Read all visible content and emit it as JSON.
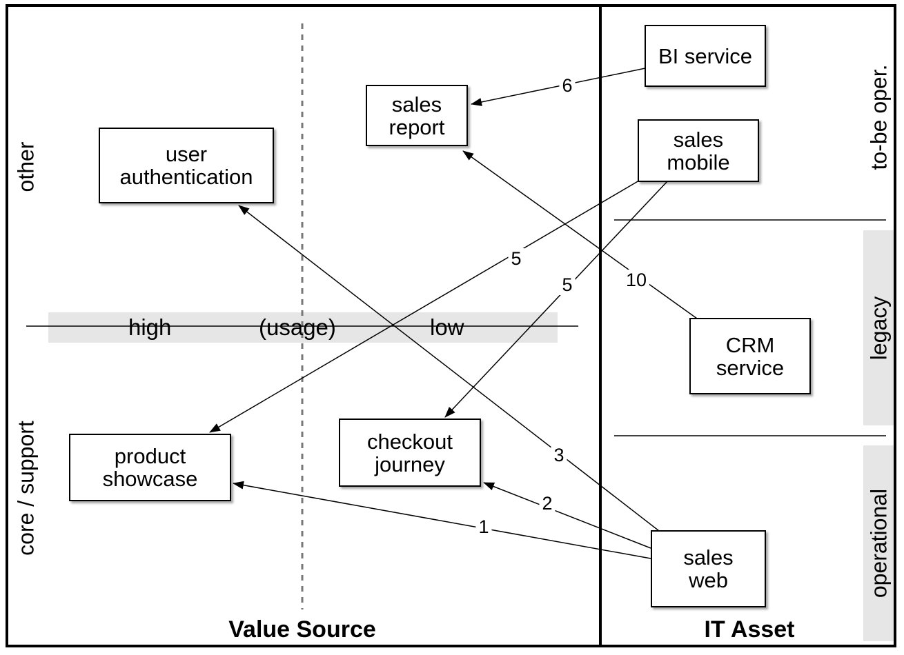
{
  "sections": {
    "value_source": "Value Source",
    "it_asset": "IT Asset"
  },
  "rows": {
    "other": "other",
    "core_support": "core / support"
  },
  "usage_axis": {
    "high": "high",
    "middle": "(usage)",
    "low": "low"
  },
  "lifecycle": {
    "to_be_oper": "to-be oper.",
    "legacy": "legacy",
    "operational": "operational"
  },
  "nodes": {
    "user_authentication": "user\nauthentication",
    "sales_report": "sales\nreport",
    "product_showcase": "product\nshowcase",
    "checkout_journey": "checkout\njourney",
    "bi_service": "BI service",
    "sales_mobile": "sales\nmobile",
    "crm_service": "CRM\nservice",
    "sales_web": "sales\nweb"
  },
  "edges": [
    {
      "from": "sales_web",
      "to": "product_showcase",
      "label": "1"
    },
    {
      "from": "sales_web",
      "to": "checkout_journey",
      "label": "2"
    },
    {
      "from": "sales_web",
      "to": "user_authentication",
      "label": "3"
    },
    {
      "from": "sales_mobile",
      "to": "product_showcase",
      "label": "5"
    },
    {
      "from": "sales_mobile",
      "to": "checkout_journey",
      "label": "5"
    },
    {
      "from": "bi_service",
      "to": "sales_report",
      "label": "6"
    },
    {
      "from": "crm_service",
      "to": "sales_report",
      "label": "10"
    }
  ]
}
